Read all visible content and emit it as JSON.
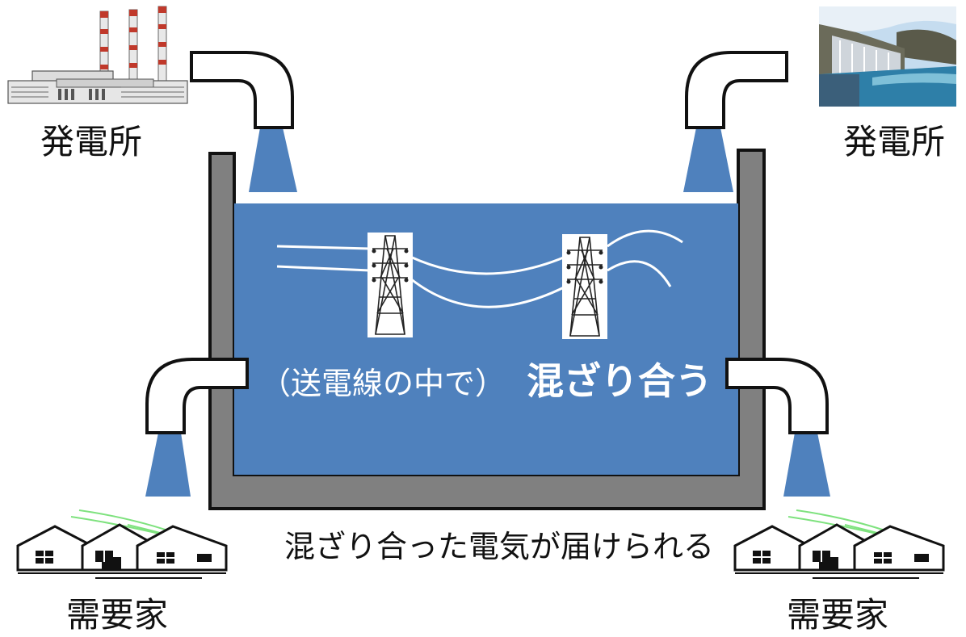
{
  "labels": {
    "power_plant_left": "発電所",
    "power_plant_right": "発電所",
    "consumer_left": "需要家",
    "consumer_right": "需要家",
    "mix_prefix": "（送電線の中で）",
    "mix_main": "混ざり合う",
    "delivered": "混ざり合った電気が届けられる"
  },
  "icons": {
    "plant_left": "thermal-power-plant-icon",
    "plant_right": "hydro-dam-icon",
    "pylon": "transmission-tower-icon",
    "houses": "houses-icon"
  },
  "colors": {
    "water": "#4f81bd",
    "tank_wall": "#808080",
    "pipe": "#ffffff",
    "stream": "#4f81bd"
  }
}
